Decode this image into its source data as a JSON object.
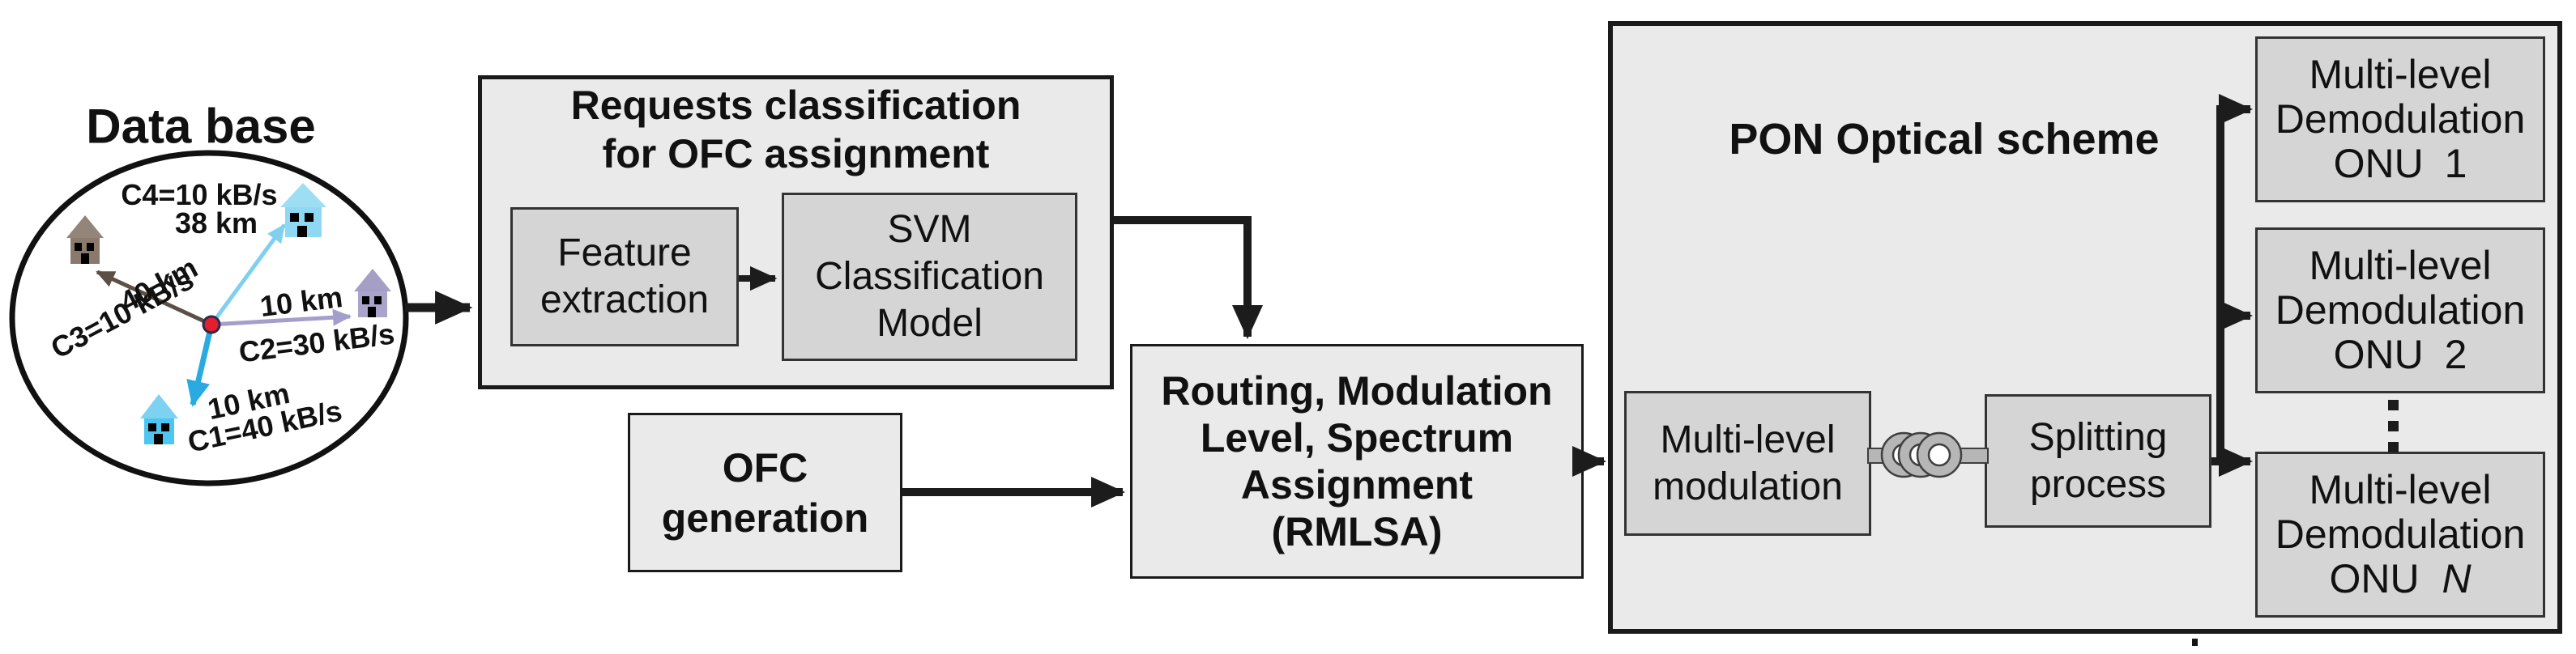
{
  "database": {
    "title": "Data base",
    "clients": [
      {
        "name": "C1",
        "rate_label": "C1=40 kB/s",
        "distance_label": "10 km",
        "arrow_color": "#29abe2"
      },
      {
        "name": "C2",
        "rate_label": "C2=30 kB/s",
        "distance_label": "10 km",
        "arrow_color": "#a49ecb"
      },
      {
        "name": "C3",
        "rate_label": "C3=10 kB/s",
        "distance_label": "40 km",
        "arrow_color": "#5c5046"
      },
      {
        "name": "C4",
        "rate_label": "C4=10 kB/s",
        "distance_label": "38 km",
        "arrow_color": "#7fd0f0"
      }
    ]
  },
  "classification": {
    "title_line1": "Requests classification",
    "title_line2": "for OFC assignment",
    "feature_extraction": "Feature extraction",
    "svm_line1": "SVM",
    "svm_line2": "Classification",
    "svm_line3": "Model"
  },
  "ofc_generation": {
    "line1": "OFC",
    "line2": "generation"
  },
  "rmlsa": {
    "line1": "Routing, Modulation",
    "line2": "Level, Spectrum",
    "line3": "Assignment",
    "line4": "(RMLSA)"
  },
  "pon": {
    "title": "PON Optical scheme",
    "modulation_line1": "Multi-level",
    "modulation_line2": "modulation",
    "splitting_line1": "Splitting",
    "splitting_line2": "process",
    "onus": [
      {
        "line1": "Multi-level",
        "line2": "Demodulation",
        "line3_prefix": "ONU",
        "line3_index": "1"
      },
      {
        "line1": "Multi-level",
        "line2": "Demodulation",
        "line3_prefix": "ONU",
        "line3_index": "2"
      },
      {
        "line1": "Multi-level",
        "line2": "Demodulation",
        "line3_prefix": "ONU",
        "line3_index": "N"
      }
    ]
  },
  "palette": {
    "outer_box_fill": "#eaeaea",
    "inner_box_fill": "#d5d5d5",
    "box_border": "#1a1a1a",
    "flow_arrow": "#1c1c1c",
    "hub_dot": "#e31e2d",
    "fiber_gray": "#b6b6b6",
    "arrow_c1": "#29abe2",
    "arrow_c2": "#a49ecb",
    "arrow_c3": "#5c5046",
    "arrow_c4": "#7fd0f0",
    "house_c1_body": "#4cc5f1",
    "house_c1_roof": "#7dd2f2",
    "house_c2_body": "#aaa4ca",
    "house_c2_roof": "#a59fc5",
    "house_c3_body": "#8a7a6d",
    "house_c3_roof": "#94857a",
    "house_c4_body": "#8ed8f3",
    "house_c4_roof": "#9edef5"
  }
}
